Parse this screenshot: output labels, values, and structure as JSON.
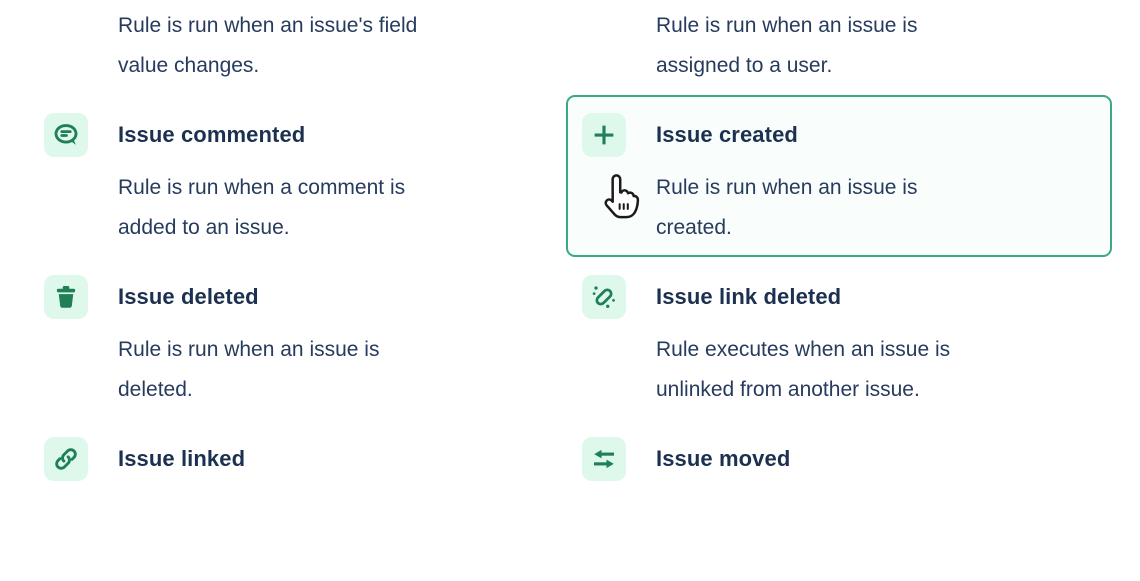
{
  "colors": {
    "icon_green": "#1F7F56",
    "icon_tile_background": "#DFF8EC",
    "selected_card_border": "#3BAA80",
    "selected_card_background": "#F9FDFB",
    "title_text": "#1C3150",
    "description_text": "#273B5E",
    "page_background": "#FFFFFF"
  },
  "triggers": {
    "partial_top_left": {
      "description_lines": [
        "Rule is run when an issue's field",
        "value changes."
      ]
    },
    "partial_top_right": {
      "description_lines": [
        "Rule is run when an issue is",
        "assigned to a user."
      ]
    },
    "issue_commented": {
      "title": "Issue commented",
      "icon": "comment-icon",
      "description_lines": [
        "Rule is run when a comment is",
        "added to an issue."
      ],
      "selected": false
    },
    "issue_created": {
      "title": "Issue created",
      "icon": "plus-icon",
      "description_lines": [
        "Rule is run when an issue is",
        "created."
      ],
      "selected": true
    },
    "issue_deleted": {
      "title": "Issue deleted",
      "icon": "trash-icon",
      "description_lines": [
        "Rule is run when an issue is",
        "deleted."
      ],
      "selected": false
    },
    "issue_link_deleted": {
      "title": "Issue link deleted",
      "icon": "broken-link-icon",
      "description_lines": [
        "Rule executes when an issue is",
        "unlinked from another issue."
      ],
      "selected": false
    },
    "issue_linked": {
      "title": "Issue linked",
      "icon": "link-icon",
      "selected": false
    },
    "issue_moved": {
      "title": "Issue moved",
      "icon": "swap-arrows-icon",
      "selected": false
    }
  },
  "cursor": {
    "type": "hand-pointer"
  }
}
